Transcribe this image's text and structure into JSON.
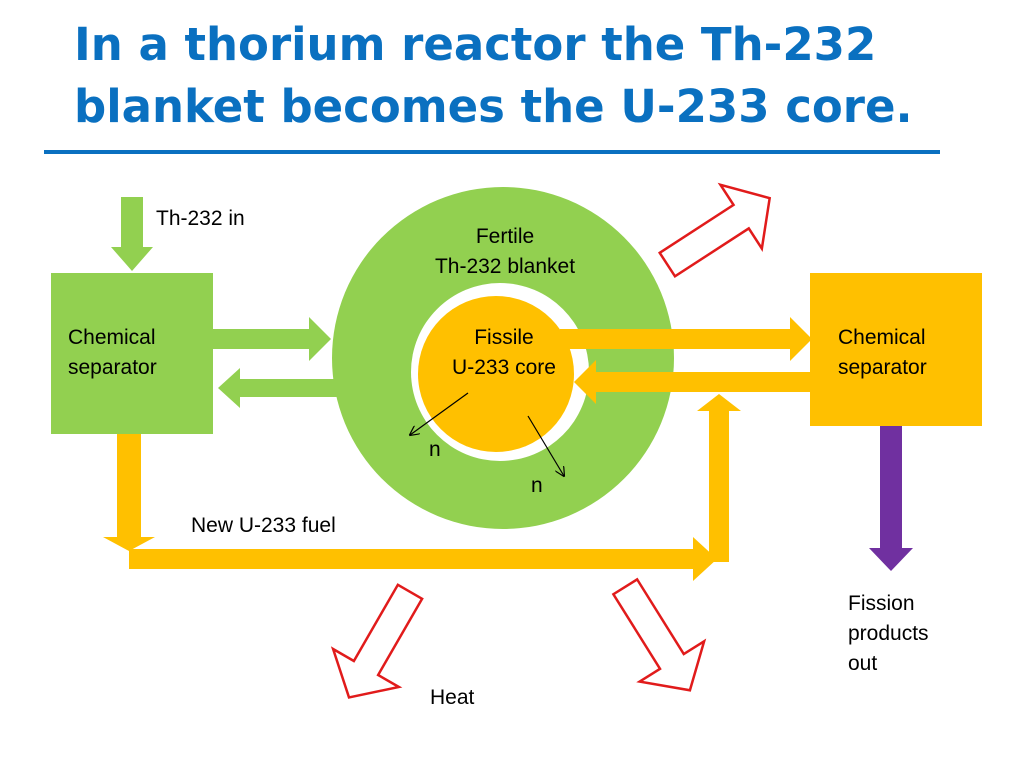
{
  "title": {
    "line1": "In a thorium reactor the Th-232",
    "line2": "blanket becomes the U-233 core."
  },
  "colors": {
    "title_blue": "#0a70c0",
    "green": "#92d050",
    "gold": "#ffc000",
    "purple": "#7030a0",
    "heat_red": "#e11b1b"
  },
  "labels": {
    "th232_in": "Th-232 in",
    "blanket_line1": "Fertile",
    "blanket_line2": "Th-232 blanket",
    "core_line1": "Fissile",
    "core_line2": "U-233 core",
    "left_separator_line1": "Chemical",
    "left_separator_line2": "separator",
    "right_separator_line1": "Chemical",
    "right_separator_line2": "separator",
    "neutron": "n",
    "new_fuel": "New U-233 fuel",
    "fission_line1": "Fission",
    "fission_line2": "products",
    "fission_line3": "out",
    "heat": "Heat"
  }
}
